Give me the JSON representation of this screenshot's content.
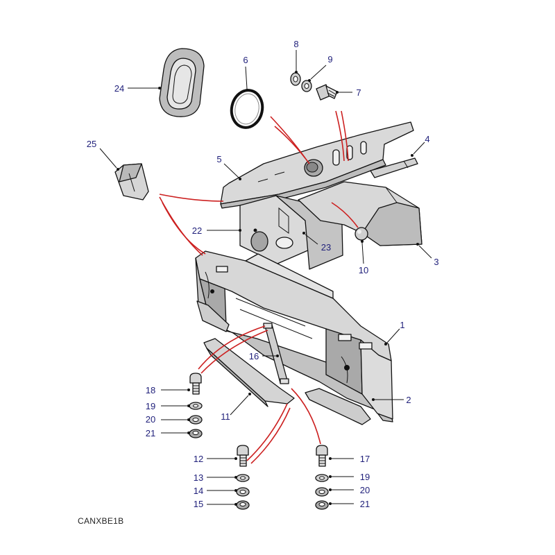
{
  "diagram_id": "CANXBE1B",
  "colors": {
    "label": "#1f1f7a",
    "part_fill": "#d9d9d9",
    "part_shadow": "#b5b5b5",
    "outline": "#111111",
    "assembly_line": "#cc2020"
  },
  "callouts": [
    {
      "key": "c24",
      "number": "24"
    },
    {
      "key": "c6",
      "number": "6"
    },
    {
      "key": "c8",
      "number": "8"
    },
    {
      "key": "c9",
      "number": "9"
    },
    {
      "key": "c7",
      "number": "7"
    },
    {
      "key": "c4",
      "number": "4"
    },
    {
      "key": "c25",
      "number": "25"
    },
    {
      "key": "c5",
      "number": "5"
    },
    {
      "key": "c22",
      "number": "22"
    },
    {
      "key": "c23",
      "number": "23"
    },
    {
      "key": "c10",
      "number": "10"
    },
    {
      "key": "c3",
      "number": "3"
    },
    {
      "key": "c1",
      "number": "1"
    },
    {
      "key": "c16",
      "number": "16"
    },
    {
      "key": "c2",
      "number": "2"
    },
    {
      "key": "c18",
      "number": "18"
    },
    {
      "key": "c19a",
      "number": "19"
    },
    {
      "key": "c20a",
      "number": "20"
    },
    {
      "key": "c21a",
      "number": "21"
    },
    {
      "key": "c11",
      "number": "11"
    },
    {
      "key": "c12",
      "number": "12"
    },
    {
      "key": "c13",
      "number": "13"
    },
    {
      "key": "c14",
      "number": "14"
    },
    {
      "key": "c15",
      "number": "15"
    },
    {
      "key": "c17",
      "number": "17"
    },
    {
      "key": "c19b",
      "number": "19"
    },
    {
      "key": "c20b",
      "number": "20"
    },
    {
      "key": "c21b",
      "number": "21"
    }
  ]
}
